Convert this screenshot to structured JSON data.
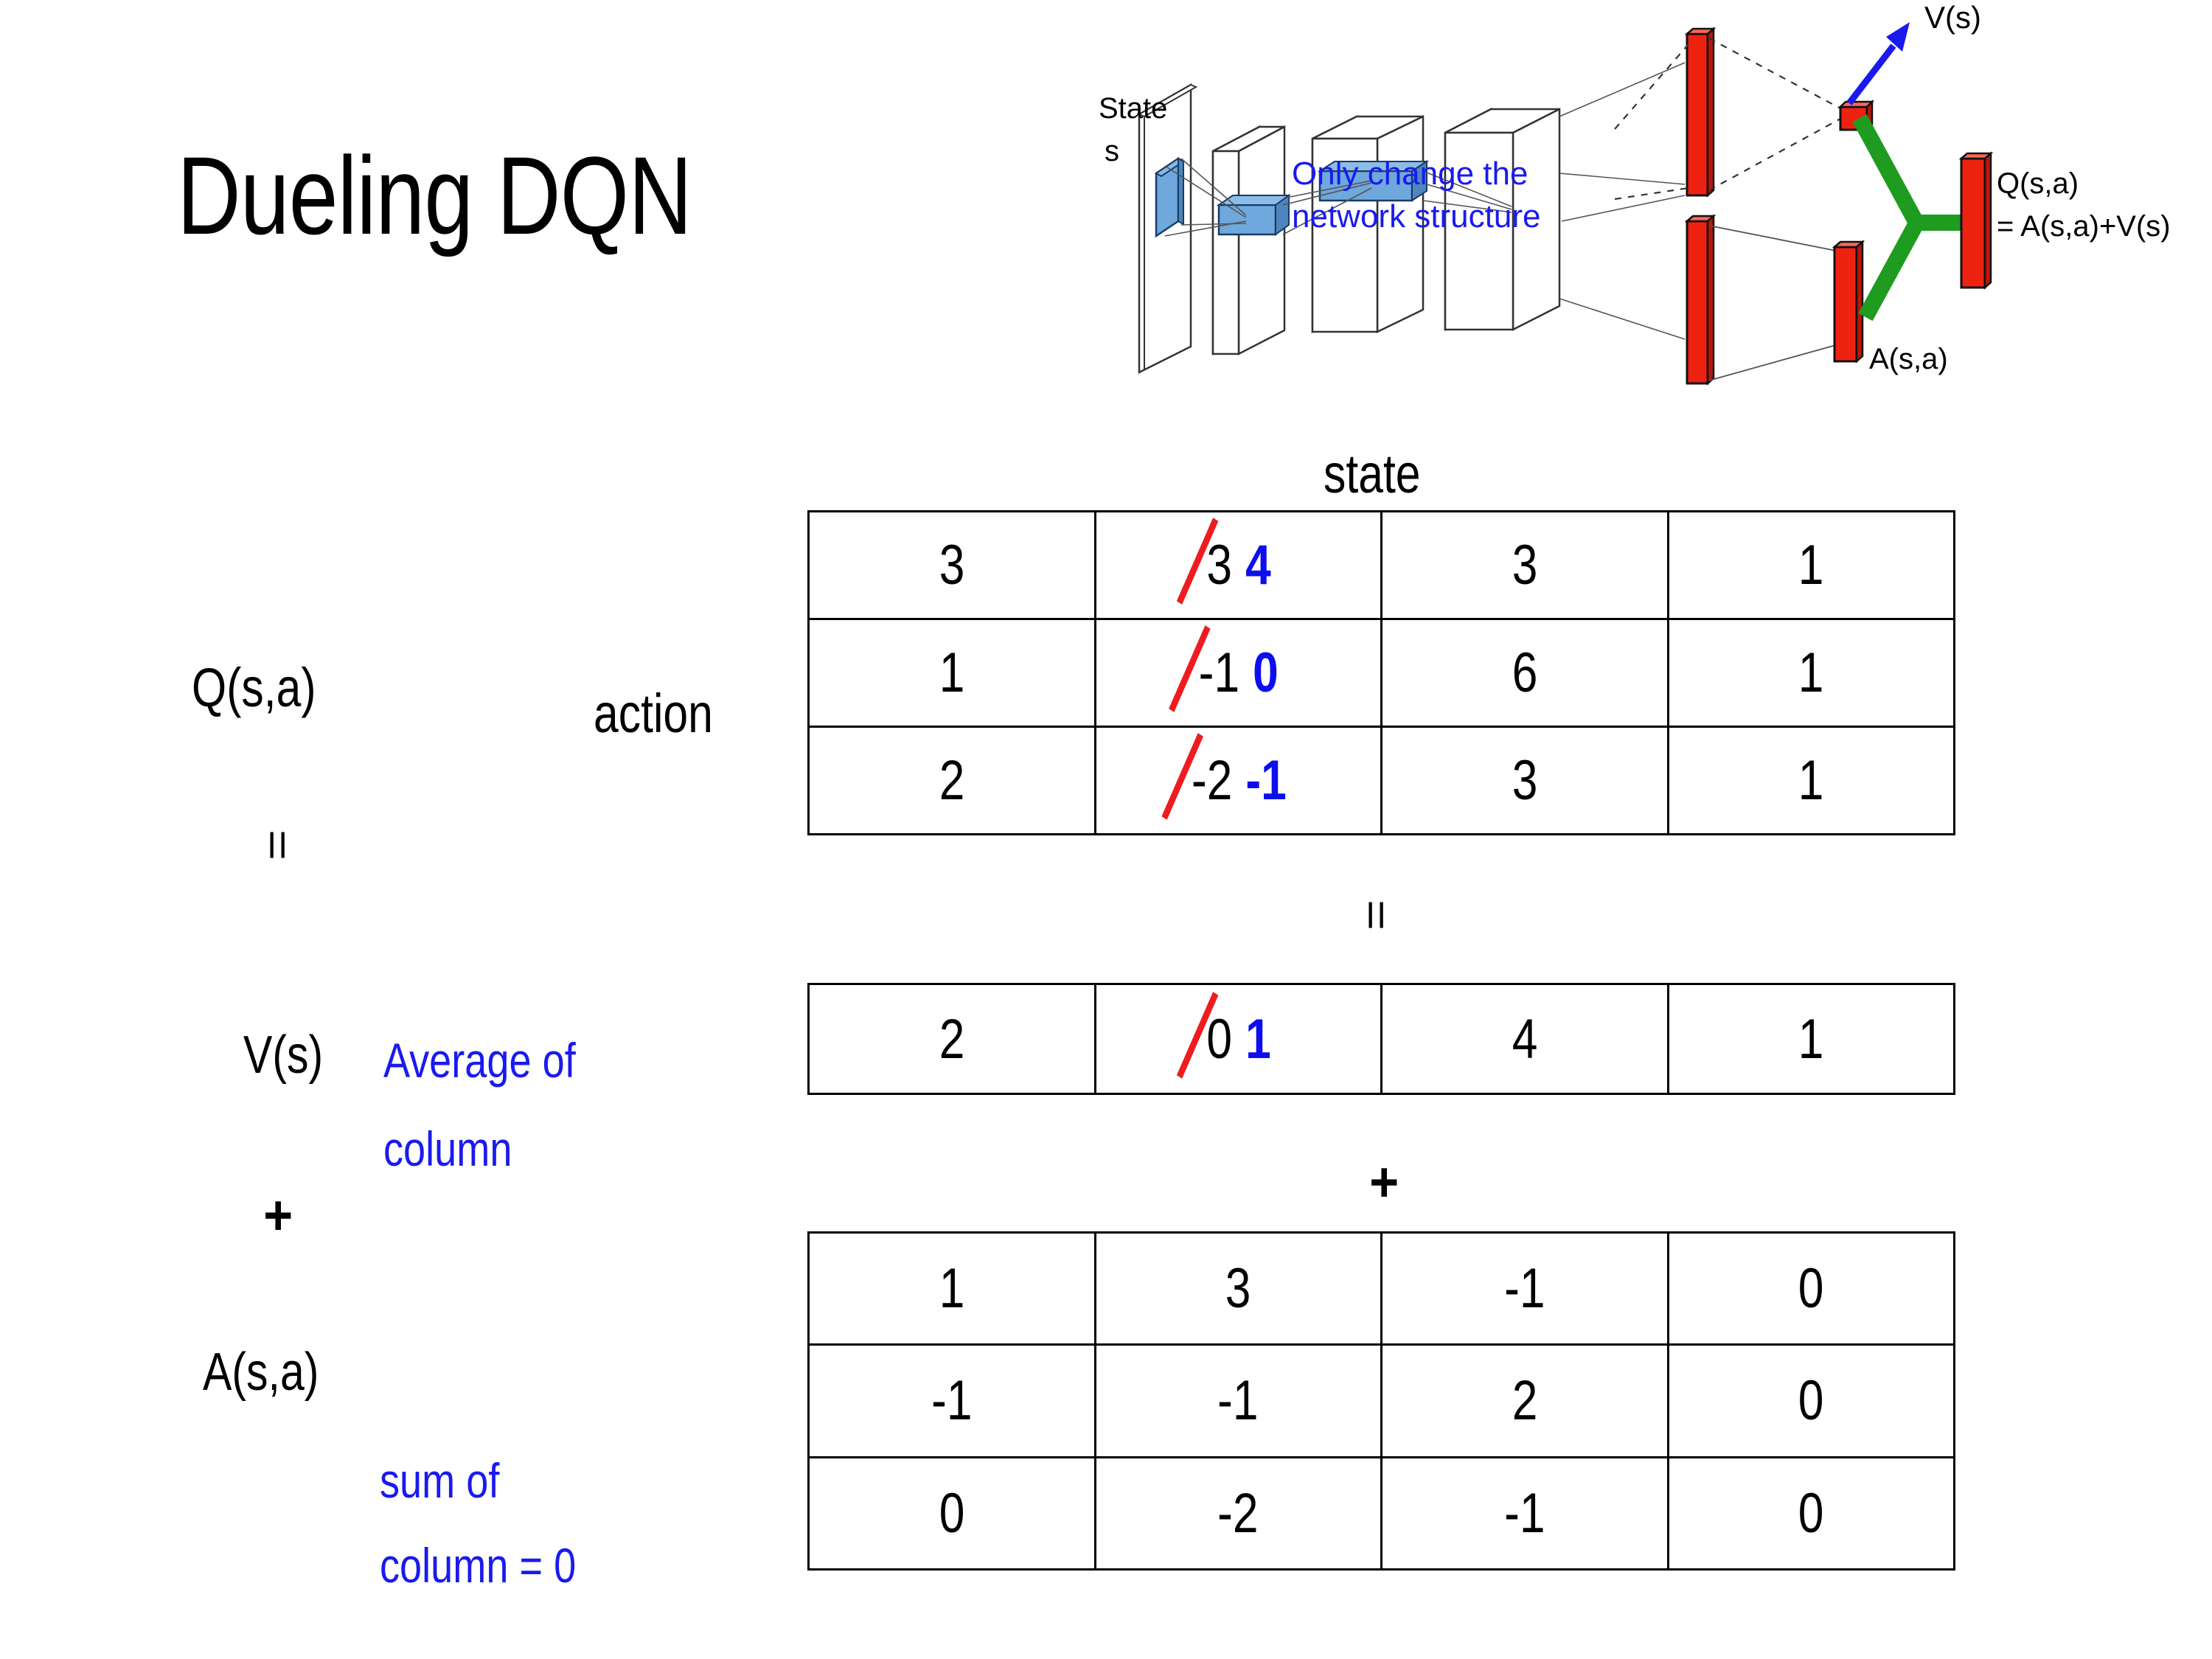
{
  "slide": {
    "title": "Dueling DQN",
    "background": "#ffffff"
  },
  "colors": {
    "blue_text": "#1a1aee",
    "blue_value": "#0d0df0",
    "red_strike": "#ee1c20",
    "green_merge": "#1f9b1f",
    "red_bar": "#ee2211",
    "blue_block": "#6fa8dc",
    "black": "#000000"
  },
  "diagram": {
    "state_label_line1": "State",
    "state_label_line2": "s",
    "note_line1": "Only change the",
    "note_line2": "network structure",
    "v_label": "V(s)",
    "a_label": "A(s,a)",
    "q_label_line1": "Q(s,a)",
    "q_label_line2": "= A(s,a)+V(s)"
  },
  "axes": {
    "state_header": "state",
    "action_header": "action"
  },
  "labels": {
    "q_label": "Q(s,a)",
    "v_label": "V(s)",
    "a_label": "A(s,a)",
    "equals_q": "=",
    "equals_mid": "=",
    "plus_left": "+",
    "plus_mid": "+",
    "avg_note_line1": "Average of",
    "avg_note_line2": "column",
    "sum_note_line1": "sum of",
    "sum_note_line2": "column = 0"
  },
  "chart_data": {
    "type": "table",
    "title": "Dueling DQN decomposition Q(s,a) = V(s) + A(s,a)",
    "xlabel": "state",
    "ylabel": "action",
    "tables": [
      {
        "name": "Q(s,a)",
        "rows": 3,
        "cols": 4,
        "values": [
          [
            "3",
            "3",
            "3",
            "1"
          ],
          [
            "1",
            "-1",
            "6",
            "1"
          ],
          [
            "2",
            "-2",
            "3",
            "1"
          ]
        ],
        "edits": [
          {
            "row": 0,
            "col": 1,
            "old": "3",
            "new": "4"
          },
          {
            "row": 1,
            "col": 1,
            "old": "-1",
            "new": "0"
          },
          {
            "row": 2,
            "col": 1,
            "old": "-2",
            "new": "-1"
          }
        ]
      },
      {
        "name": "V(s)",
        "rows": 1,
        "cols": 4,
        "values": [
          [
            "2",
            "0",
            "4",
            "1"
          ]
        ],
        "edits": [
          {
            "row": 0,
            "col": 1,
            "old": "0",
            "new": "1"
          }
        ]
      },
      {
        "name": "A(s,a)",
        "rows": 3,
        "cols": 4,
        "values": [
          [
            "1",
            "3",
            "-1",
            "0"
          ],
          [
            "-1",
            "-1",
            "2",
            "0"
          ],
          [
            "0",
            "-2",
            "-1",
            "0"
          ]
        ],
        "edits": []
      }
    ]
  }
}
